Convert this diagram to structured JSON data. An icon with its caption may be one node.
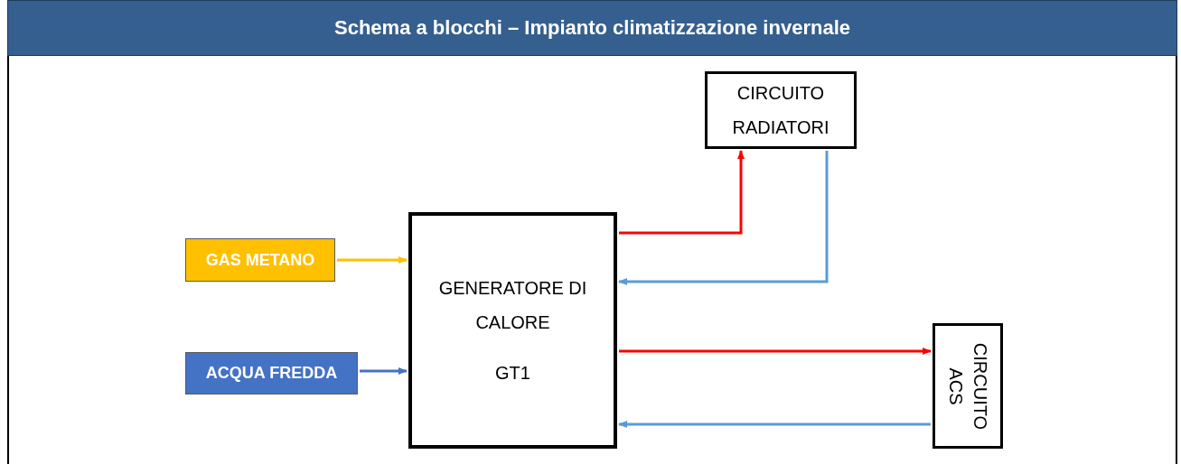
{
  "diagram": {
    "title": "Schema a blocchi – Impianto climatizzazione invernale",
    "nodes": [
      {
        "text": [
          "CIRCUITO RADIATORI"
        ]
      },
      {
        "text": [
          "GAS METANO"
        ]
      },
      {
        "text": [
          "GENERATORE DI CALORE",
          "GT1"
        ]
      },
      {
        "text": [
          "ACQUA FREDDA"
        ]
      },
      {
        "text": [
          "CIRCUITO ACS"
        ]
      }
    ],
    "edges": [
      {
        "from": 1,
        "to": 2,
        "arrow": "to",
        "color": "#ffc000"
      },
      {
        "from": 3,
        "to": 2,
        "arrow": "to",
        "color": "#4472c4"
      },
      {
        "from": 2,
        "to": 0,
        "arrow": "to",
        "color": "#ff0000"
      },
      {
        "from": 0,
        "to": 2,
        "arrow": "to",
        "color": "#5b9bd5"
      },
      {
        "from": 2,
        "to": 4,
        "arrow": "to",
        "color": "#ff0000"
      },
      {
        "from": 4,
        "to": 2,
        "arrow": "to",
        "color": "#5b9bd5"
      }
    ]
  }
}
